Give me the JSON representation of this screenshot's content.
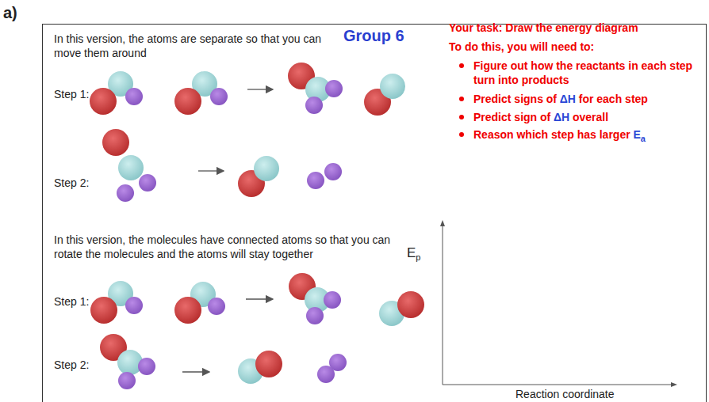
{
  "diagram": {
    "labels": [
      "a)",
      "In this version, the atoms are separate so that you can move them around",
      "Group 6",
      "Your task: Draw the energy diagram",
      "To do this, you will need to:",
      "Figure out how the reactants in each step turn into products",
      "Predict signs of",
      "ΔH",
      "for each step",
      "Predict sign of",
      "ΔH",
      "overall",
      "Reason which step has larger",
      "E",
      "a",
      "Step 1:",
      "Step 2:",
      "In this version, the molecules have connected atoms so that you can rotate the molecules and the atoms will stay together",
      "Step 1:",
      "Step 2:",
      "E",
      "p",
      "Reaction coordinate"
    ]
  }
}
